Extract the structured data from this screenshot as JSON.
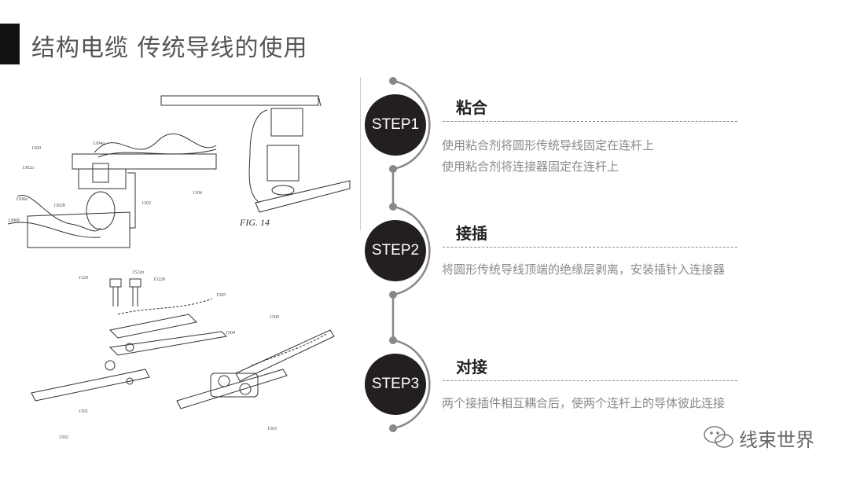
{
  "slide": {
    "title": "结构电缆 传统导线的使用"
  },
  "figures": {
    "fig14_caption": "FIG. 14",
    "labels": [
      "1300",
      "1302a",
      "1304a",
      "1304",
      "1302",
      "1302b",
      "1306a",
      "1306b",
      "1520",
      "1522a",
      "1522b",
      "1505",
      "1504",
      "1500",
      "1503",
      "1502",
      "1501"
    ]
  },
  "steps": [
    {
      "badge": "STEP1",
      "heading": "粘合",
      "lines": [
        "使用粘合剂将圆形传统导线固定在连杆上",
        "使用粘合剂将连接器固定在连杆上"
      ]
    },
    {
      "badge": "STEP2",
      "heading": "接插",
      "lines": [
        "将圆形传统导线顶端的绝缘层剥离，安装插针入连接器"
      ]
    },
    {
      "badge": "STEP3",
      "heading": "对接",
      "lines": [
        "两个接插件相互耦合后，使两个连杆上的导体彼此连接"
      ]
    }
  ],
  "watermark": {
    "text": "线束世界",
    "icon": "wechat-icon"
  },
  "colors": {
    "badge": "#231f1f",
    "timeline": "#888888",
    "body_text": "#8a8a8a"
  }
}
